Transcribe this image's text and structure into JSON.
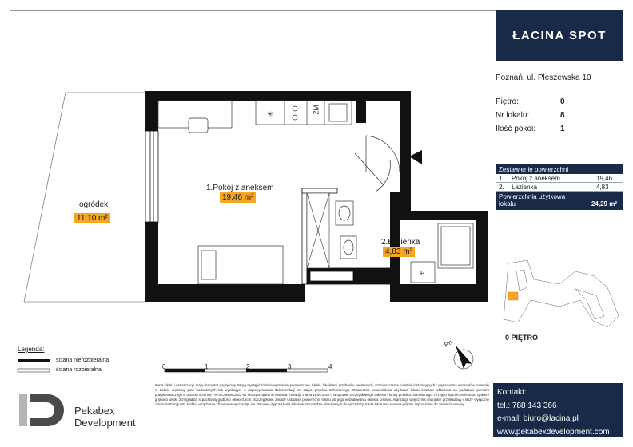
{
  "brand": {
    "name": "ŁACINA SPOT"
  },
  "address": "Poznań, ul. Pleszewska 10",
  "info": [
    {
      "label": "Piętro:",
      "value": "0"
    },
    {
      "label": "Nr lokalu:",
      "value": "8"
    },
    {
      "label": "Ilość pokoi:",
      "value": "1"
    }
  ],
  "summary": {
    "title": "Zestawienie powierzchni",
    "rows": [
      {
        "no": "1.",
        "name": "Pokój z aneksem",
        "area": "19,46"
      },
      {
        "no": "2.",
        "name": "Łazienka",
        "area": "4,83"
      }
    ],
    "total_label": "Powierzchnia użytkowa lokalu",
    "total_value": "24,29 m²"
  },
  "floor_label": "0 PIĘTRO",
  "contact": {
    "title": "Kontakt:",
    "phone": "tel.: 788 143 366",
    "email": "e-mail: biuro@lacina.pl",
    "website": "www.pekabexdevelopment.com"
  },
  "rooms": [
    {
      "label": "1.Pokój z aneksem",
      "area": "19,46 m²"
    },
    {
      "label": "2.Łazienka",
      "area": "4,83 m²"
    },
    {
      "label": "ogródek",
      "area": "11,10 m²"
    }
  ],
  "fixtures": {
    "fridge": "ZM",
    "parking": "P"
  },
  "legend": {
    "title": "Legenda:",
    "items": [
      "ściana nierozbieralna",
      "ściana rozbieralna"
    ]
  },
  "north": "Pn",
  "scale": [
    "0",
    "1",
    "2",
    "3",
    "4"
  ],
  "disclaimer": "Karta lokalu i wizualizacje mają charakter poglądowy. Mogą wystąpić różnice wymiarów pomieszczeń, lokalu, lokalizacji przyborów sanitarnych, rozmieszczenia punktów instalacyjnych i usytuowania elementów powstałe w trakcie realizacji prac budowlanych lub wynikające z doprecyzowania dokumentacji na etapie projektu technicznego. Ostateczna powierzchnia użytkowa lokalu zostanie obliczona na podstawie pomiaru powykonawczego w oparciu o normę PN-ISO 9836:2022-07 i Rozporządzenie Ministra Rozwoju z dnia 11.09.2020 r. w sprawie szczegółowego zakresu i formy projektu budowlanego. Przyjęto wykończenie ścian tynkiem grubości około 2cm/gładzią szpachlową grubości około 0,5cm. Szczegółowe zasady ustalania powierzchni lokalu po jego wybudowaniu określa umowa. Aranżacja wnętrz ma charakter przykładowy i służy wyłącznie celom ilustracyjnym. Meble, urządzenia, drzwi wewnętrzne itp. nie stanowią wyposażenia lokalu w standardzie oferowanym do sprzedaży. Karta lokalu nie stanowi jedynie zaproszenie do zawarcia umowy.",
  "developer": {
    "line1": "Pekabex",
    "line2": "Development"
  },
  "colors": {
    "navy": "#182a48",
    "orange": "#f5a623",
    "wall": "#111111"
  }
}
